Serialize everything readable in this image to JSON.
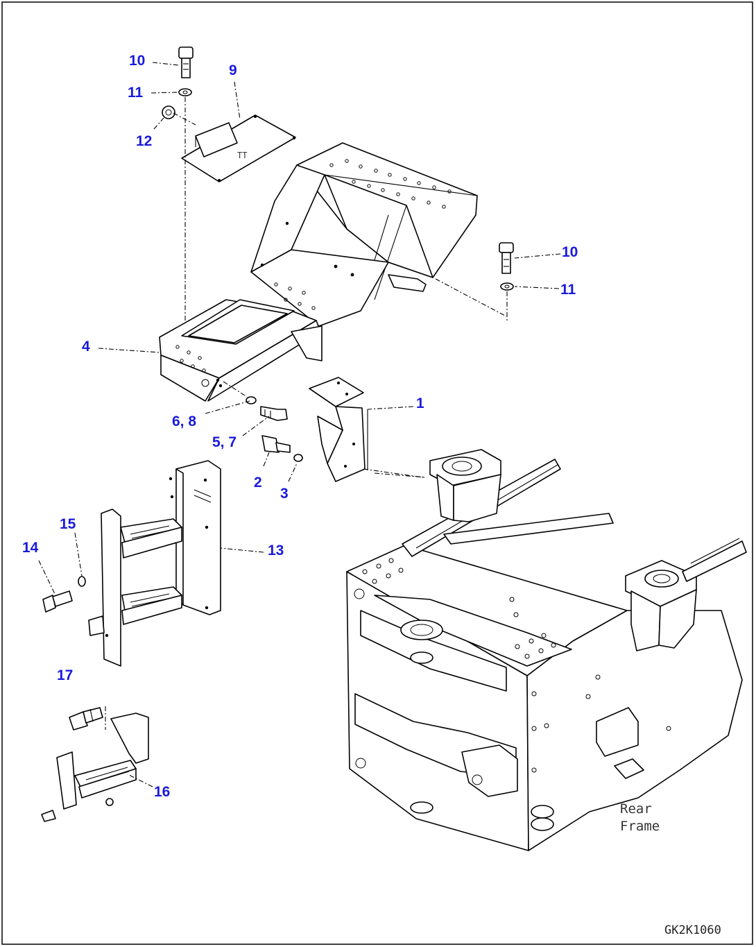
{
  "drawing_code": "GK2K1060",
  "frame_note": [
    "Rear",
    "Frame"
  ],
  "callouts": {
    "c10a": "10",
    "c9": "9",
    "c11a": "11",
    "c12": "12",
    "c10b": "10",
    "c11b": "11",
    "c4": "4",
    "c1": "1",
    "c68": "6, 8",
    "c57": "5, 7",
    "c2": "2",
    "c3": "3",
    "c15": "15",
    "c14": "14",
    "c13": "13",
    "c17": "17",
    "c16": "16"
  }
}
